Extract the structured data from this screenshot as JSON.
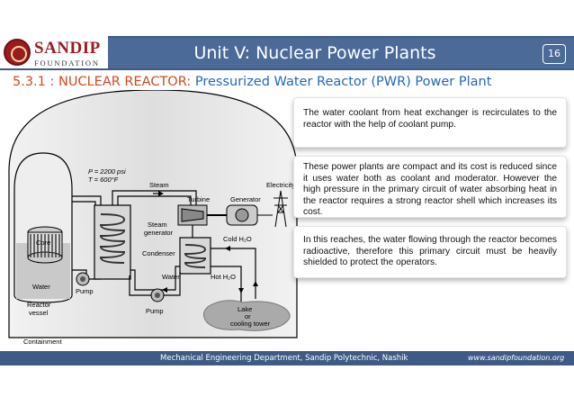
{
  "header": {
    "logo_name": "SANDIP",
    "logo_sub": "FOUNDATION",
    "title": "Unit V: Nuclear Power Plants",
    "page_number": "16"
  },
  "subtitle": {
    "section": "5.3.1 : NUCLEAR REACTOR:",
    "topic": "Pressurized Water Reactor (PWR) Power Plant"
  },
  "diagram": {
    "pressure": "P = 2200 psi",
    "temperature": "T = 600°F",
    "steam": "Steam",
    "turbine": "Turbine",
    "generator": "Generator",
    "electricity": "Electricity",
    "steam_generator_1": "Steam",
    "steam_generator_2": "generator",
    "cold_water": "Cold H₂O",
    "condenser": "Condenser",
    "core": "Core",
    "water_vessel": "Water",
    "pump_primary": "Pump",
    "water_loop": "Water",
    "hot_water": "Hot H₂O",
    "pump_secondary": "Pump",
    "reactor_vessel_1": "Reactor",
    "reactor_vessel_2": "vessel",
    "lake_1": "Lake",
    "lake_2": "or",
    "lake_3": "cooling tower",
    "containment": "Containment"
  },
  "notes": [
    "The water coolant from heat exchanger is recirculates to the reactor with the help of coolant pump.",
    "These power plants are compact and its cost is reduced since it uses water both as coolant and moderator. However the high pressure in the primary circuit of water absorbing heat in the reactor requires a strong reactor shell which increases its cost.",
    "In this reaches, the water flowing through the reactor becomes radioactive, therefore this primary circuit must be heavily shielded to protect the operators."
  ],
  "footer": {
    "department": "Mechanical Engineering Department, Sandip Polytechnic, Nashik",
    "url": "www.sandipfoundation.org"
  },
  "colors": {
    "header_bar": "#4b6a98",
    "section_label": "#d24a1e",
    "section_title": "#1f69b8",
    "brand": "#9b1c1f"
  }
}
